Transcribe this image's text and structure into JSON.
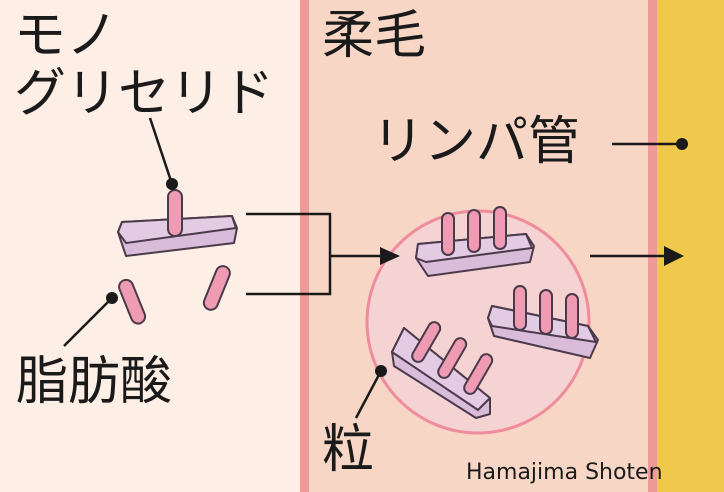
{
  "labels": {
    "monoglyceride_line1": "モノ",
    "monoglyceride_line2": "グリセリド",
    "fatty_acid": "脂肪酸",
    "villus": "柔毛",
    "lymph_vessel": "リンパ管",
    "particle": "粒",
    "credit": "Hamajima Shoten"
  },
  "colors": {
    "background_left": "#fdeee6",
    "villus_fill": "#f7d6c6",
    "villus_border": "#ee9a96",
    "lymph_vessel": "#f0c94c",
    "particle_fill": "#f6d3d3",
    "particle_border": "#ee8c9c",
    "tablet_fill": "#e4cbe4",
    "tablet_edge": "#5b4a5b",
    "rod_fill": "#ef9bb4",
    "line": "#1a1a1a"
  }
}
